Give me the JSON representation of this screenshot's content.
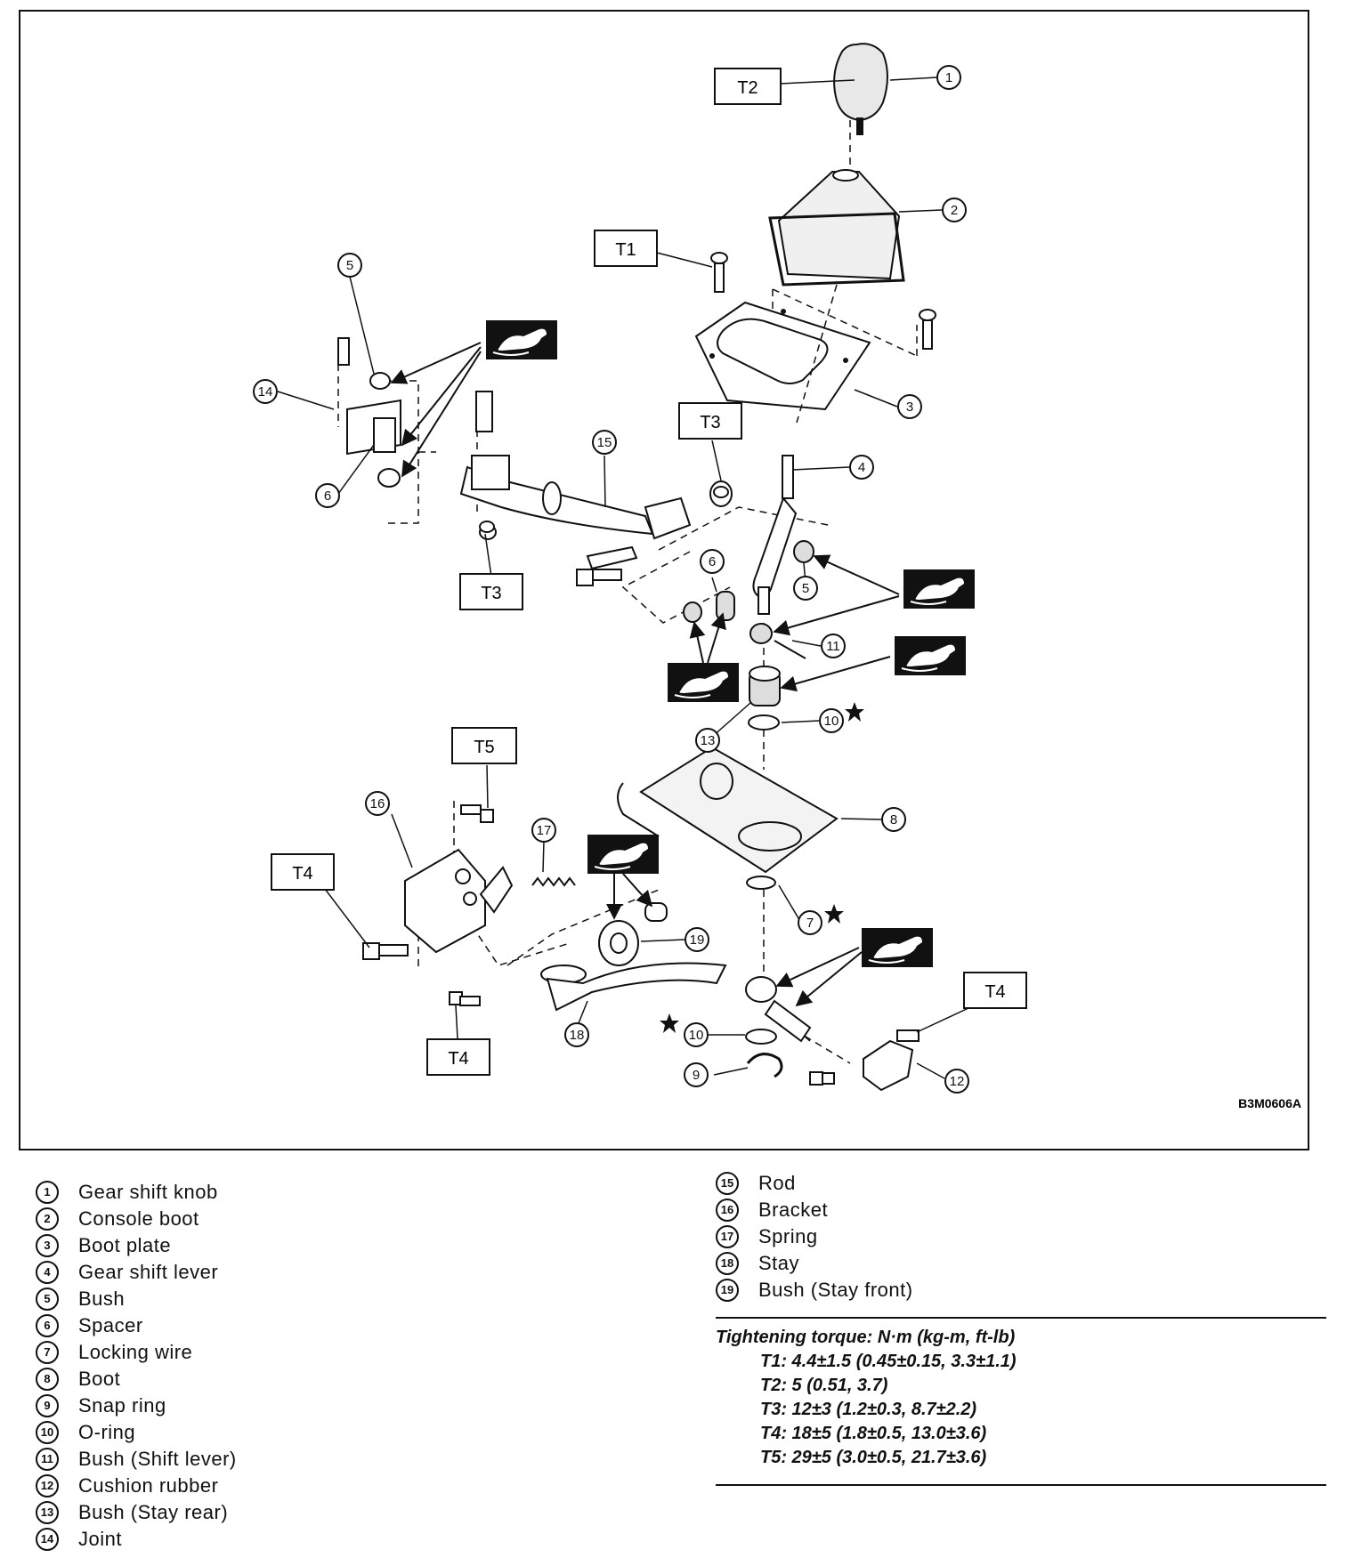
{
  "figure": {
    "code": "B3M0606A",
    "callouts": [
      "1",
      "2",
      "3",
      "4",
      "5",
      "6",
      "7",
      "8",
      "9",
      "10",
      "11",
      "12",
      "13",
      "14",
      "15",
      "16",
      "17",
      "18",
      "19"
    ],
    "torque_tags": [
      "T1",
      "T2",
      "T3",
      "T4",
      "T5"
    ]
  },
  "legend_left": [
    {
      "num": "1",
      "label": "Gear shift knob"
    },
    {
      "num": "2",
      "label": "Console boot"
    },
    {
      "num": "3",
      "label": "Boot plate"
    },
    {
      "num": "4",
      "label": "Gear shift lever"
    },
    {
      "num": "5",
      "label": "Bush"
    },
    {
      "num": "6",
      "label": "Spacer"
    },
    {
      "num": "7",
      "label": "Locking wire"
    },
    {
      "num": "8",
      "label": "Boot"
    },
    {
      "num": "9",
      "label": "Snap ring"
    },
    {
      "num": "10",
      "label": "O-ring"
    },
    {
      "num": "11",
      "label": "Bush (Shift lever)"
    },
    {
      "num": "12",
      "label": "Cushion rubber"
    },
    {
      "num": "13",
      "label": "Bush (Stay rear)"
    },
    {
      "num": "14",
      "label": "Joint"
    }
  ],
  "legend_right": [
    {
      "num": "15",
      "label": "Rod"
    },
    {
      "num": "16",
      "label": "Bracket"
    },
    {
      "num": "17",
      "label": "Spring"
    },
    {
      "num": "18",
      "label": "Stay"
    },
    {
      "num": "19",
      "label": "Bush (Stay front)"
    }
  ],
  "torque": {
    "title": "Tightening torque: N·m (kg-m, ft-lb)",
    "specs": [
      "T1: 4.4±1.5 (0.45±0.15, 3.3±1.1)",
      "T2: 5 (0.51, 3.7)",
      "T3: 12±3 (1.2±0.3, 8.7±2.2)",
      "T4: 18±5 (1.8±0.5, 13.0±3.6)",
      "T5: 29±5 (3.0±0.5, 21.7±3.6)"
    ]
  }
}
